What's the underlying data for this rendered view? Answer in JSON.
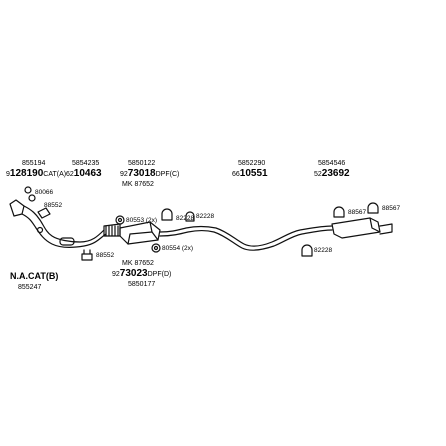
{
  "top_labels": [
    {
      "code": "855194",
      "prefix": "9",
      "main": "128190",
      "suffix": "CAT(A)"
    },
    {
      "code": "5854235",
      "prefix": "62",
      "main": "10463",
      "suffix": ""
    },
    {
      "code": "5850122",
      "prefix": "92",
      "main": "73018",
      "suffix": "DPF(C)"
    },
    {
      "code": "5852290",
      "prefix": "66",
      "main": "10551",
      "suffix": ""
    },
    {
      "code": "5854546",
      "prefix": "52",
      "main": "23692",
      "suffix": ""
    }
  ],
  "mk_top": "MK 87652",
  "mk_bottom": "MK 87652",
  "bottom_left": {
    "title": "N.A.CAT(B)",
    "code": "855247"
  },
  "bottom_center": {
    "prefix": "92",
    "main": "73023",
    "suffix": "DPF(D)",
    "code": "5850177"
  },
  "hardware": {
    "h80066": "80066",
    "h88552a": "88552",
    "h88552b": "88552",
    "h80553": "80553 (2x)",
    "h82228a": "82228",
    "h80554": "80554 (2x)",
    "h82228b": "82228",
    "h82228c": "82228",
    "h88567a": "88567",
    "h88567b": "88567"
  }
}
